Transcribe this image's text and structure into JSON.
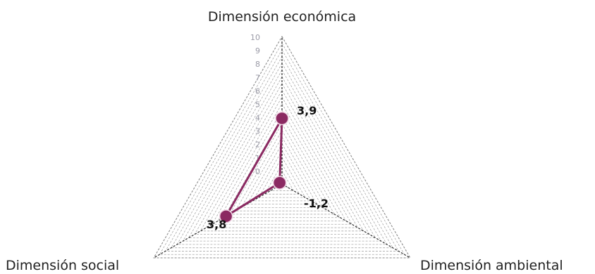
{
  "chart_data": {
    "type": "radar",
    "axes": [
      "Dimensión económica",
      "Dimensión ambiental",
      "Dimensión social"
    ],
    "series": [
      {
        "values": [
          3.9,
          -1.2,
          3.8
        ],
        "value_labels": [
          "3,9",
          "-1,2",
          "3,8"
        ],
        "color": "#8b2a62"
      }
    ],
    "ylim": [
      -1,
      10
    ],
    "ticks": [
      "0",
      "1",
      "2",
      "3",
      "4",
      "5",
      "6",
      "7",
      "8",
      "9",
      "10"
    ],
    "grid": true,
    "grid_style": "dashed",
    "legend": "none"
  }
}
